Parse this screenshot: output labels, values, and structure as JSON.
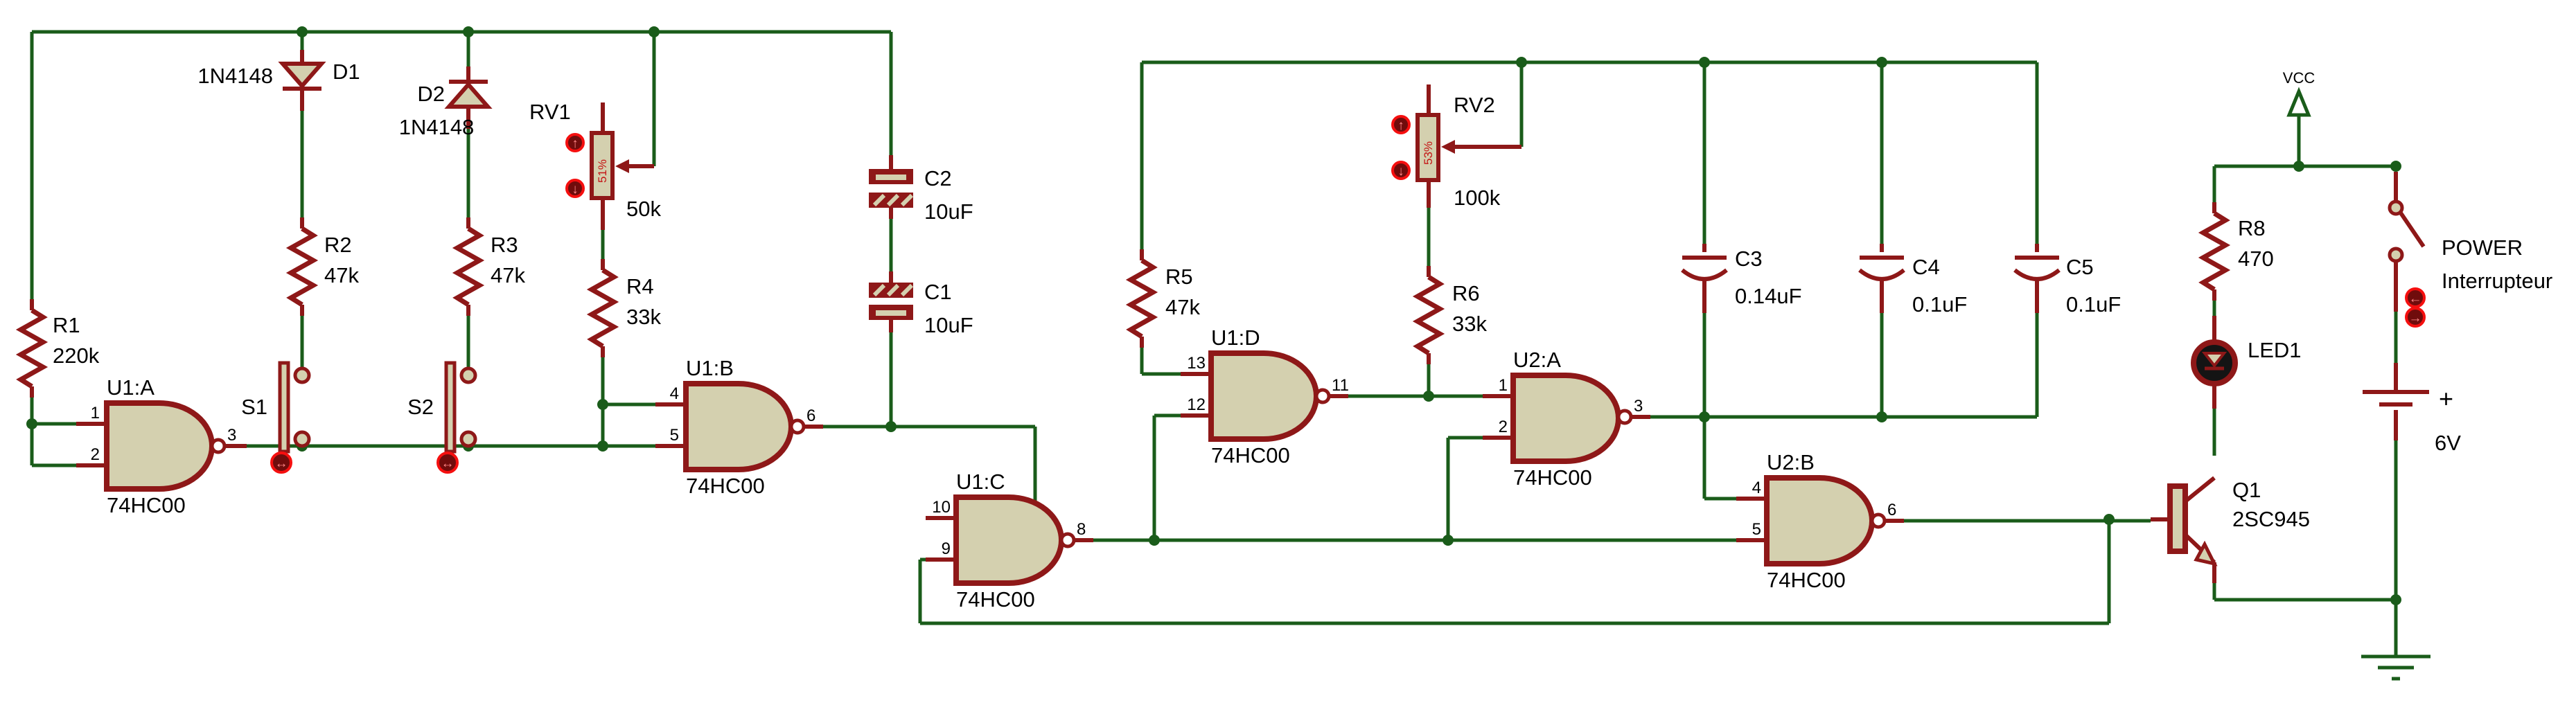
{
  "colors": {
    "wire_green": "#1a5c1a",
    "component_red": "#8e1818",
    "body_tan": "#d4d0af",
    "marker_red": "#f50f0f",
    "percent_red": "#c41414",
    "text_black": "#000000",
    "background": "#ffffff"
  },
  "components": {
    "R1": {
      "ref": "R1",
      "value": "220k"
    },
    "R2": {
      "ref": "R2",
      "value": "47k"
    },
    "R3": {
      "ref": "R3",
      "value": "47k"
    },
    "R4": {
      "ref": "R4",
      "value": "33k"
    },
    "R5": {
      "ref": "R5",
      "value": "47k"
    },
    "R6": {
      "ref": "R6",
      "value": "33k"
    },
    "R8": {
      "ref": "R8",
      "value": "470"
    },
    "RV1": {
      "ref": "RV1",
      "value": "50k",
      "wiper": "51%"
    },
    "RV2": {
      "ref": "RV2",
      "value": "100k",
      "wiper": "53%"
    },
    "C1": {
      "ref": "C1",
      "value": "10uF"
    },
    "C2": {
      "ref": "C2",
      "value": "10uF"
    },
    "C3": {
      "ref": "C3",
      "value": "0.14uF"
    },
    "C4": {
      "ref": "C4",
      "value": "0.1uF"
    },
    "C5": {
      "ref": "C5",
      "value": "0.1uF"
    },
    "D1": {
      "ref": "D1",
      "value": "1N4148"
    },
    "D2": {
      "ref": "D2",
      "value": "1N4148"
    },
    "S1": {
      "ref": "S1"
    },
    "S2": {
      "ref": "S2"
    },
    "Q1": {
      "ref": "Q1",
      "value": "2SC945"
    },
    "LED1": {
      "ref": "LED1"
    },
    "battery": {
      "polarity": "+",
      "value": "6V"
    },
    "power_switch": {
      "ref": "POWER",
      "value": "Interrupteur"
    },
    "vcc": {
      "label": "VCC"
    }
  },
  "gates": {
    "U1A": {
      "name": "U1:A",
      "part": "74HC00",
      "pins": {
        "in1": "1",
        "in2": "2",
        "out": "3"
      }
    },
    "U1B": {
      "name": "U1:B",
      "part": "74HC00",
      "pins": {
        "in1": "4",
        "in2": "5",
        "out": "6"
      }
    },
    "U1C": {
      "name": "U1:C",
      "part": "74HC00",
      "pins": {
        "in1": "10",
        "in2": "9",
        "out": "8"
      }
    },
    "U1D": {
      "name": "U1:D",
      "part": "74HC00",
      "pins": {
        "in1": "13",
        "in2": "12",
        "out": "11"
      }
    },
    "U2A": {
      "name": "U2:A",
      "part": "74HC00",
      "pins": {
        "in1": "1",
        "in2": "2",
        "out": "3"
      }
    },
    "U2B": {
      "name": "U2:B",
      "part": "74HC00",
      "pins": {
        "in1": "4",
        "in2": "5",
        "out": "6"
      }
    }
  },
  "markers": {
    "drag": "↔",
    "up": "↑",
    "down": "↓",
    "left": "←",
    "right": "→"
  }
}
